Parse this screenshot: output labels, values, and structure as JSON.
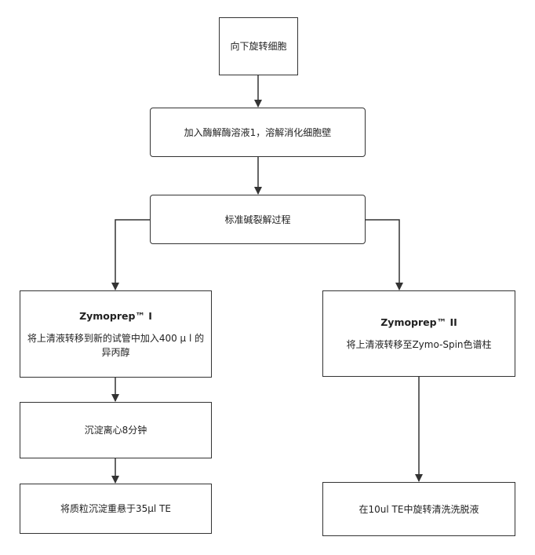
{
  "diagram": {
    "nodes": {
      "spin_down": "向下旋转细胞",
      "add_enzyme": "加入酶解酶溶液1，溶解消化细胞壁",
      "std_lysis": "标准碱裂解过程",
      "zymoprep1_title": "Zymoprep™ I",
      "zymoprep1_body": "将上清液转移到新的试管中加入400 μ l 的异丙醇",
      "zymoprep2_title": "Zymoprep™ II",
      "zymoprep2_body": "将上清液转移至Zymo-Spin色谱柱",
      "centrifuge": "沉淀离心8分钟",
      "resuspend": "将质粒沉淀重悬于35μl TE",
      "elute": "在10ul TE中旋转清洗洗脱液"
    },
    "colors": {
      "stroke": "#333333",
      "text": "#222222"
    }
  }
}
